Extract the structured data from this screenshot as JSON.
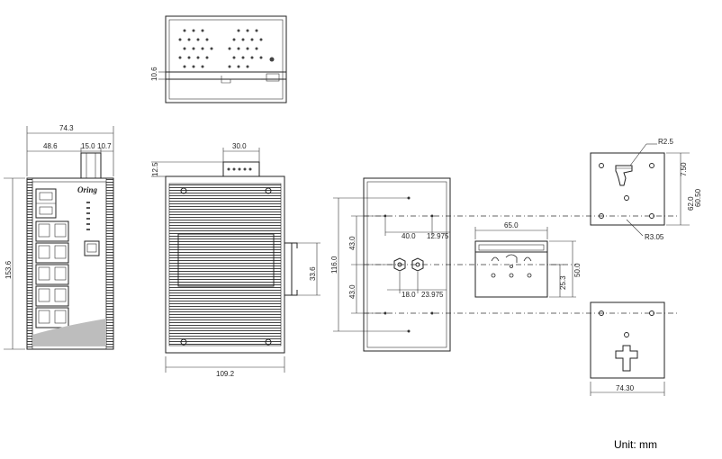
{
  "unit_label": "Unit: mm",
  "top_view": {
    "height": "10.6"
  },
  "front_view": {
    "width_total": "74.3",
    "width_left": "48.6",
    "width_mid": "15.0",
    "width_right": "10.7",
    "height": "153.6",
    "logo": "Oring"
  },
  "side_view": {
    "connector_width": "30.0",
    "connector_offset": "12.5",
    "rail_height": "33.6",
    "width": "109.2"
  },
  "rear_view": {
    "height_total": "116.0",
    "height_upper": "43.0",
    "height_lower": "43.0",
    "hole_spacing": "40.0",
    "hole_offset": "12.975",
    "screw_spacing": "18.0",
    "screw_offset": "23.975"
  },
  "din_clip": {
    "width": "65.0",
    "height": "50.0",
    "clip_offset": "25.3"
  },
  "wall_plate_top": {
    "radius_upper": "R2.5",
    "radius_lower": "R3.05",
    "dim_a": "7.50",
    "dim_b": "62.0",
    "dim_c": "60.50"
  },
  "wall_plate_bottom": {
    "width": "74.30"
  }
}
